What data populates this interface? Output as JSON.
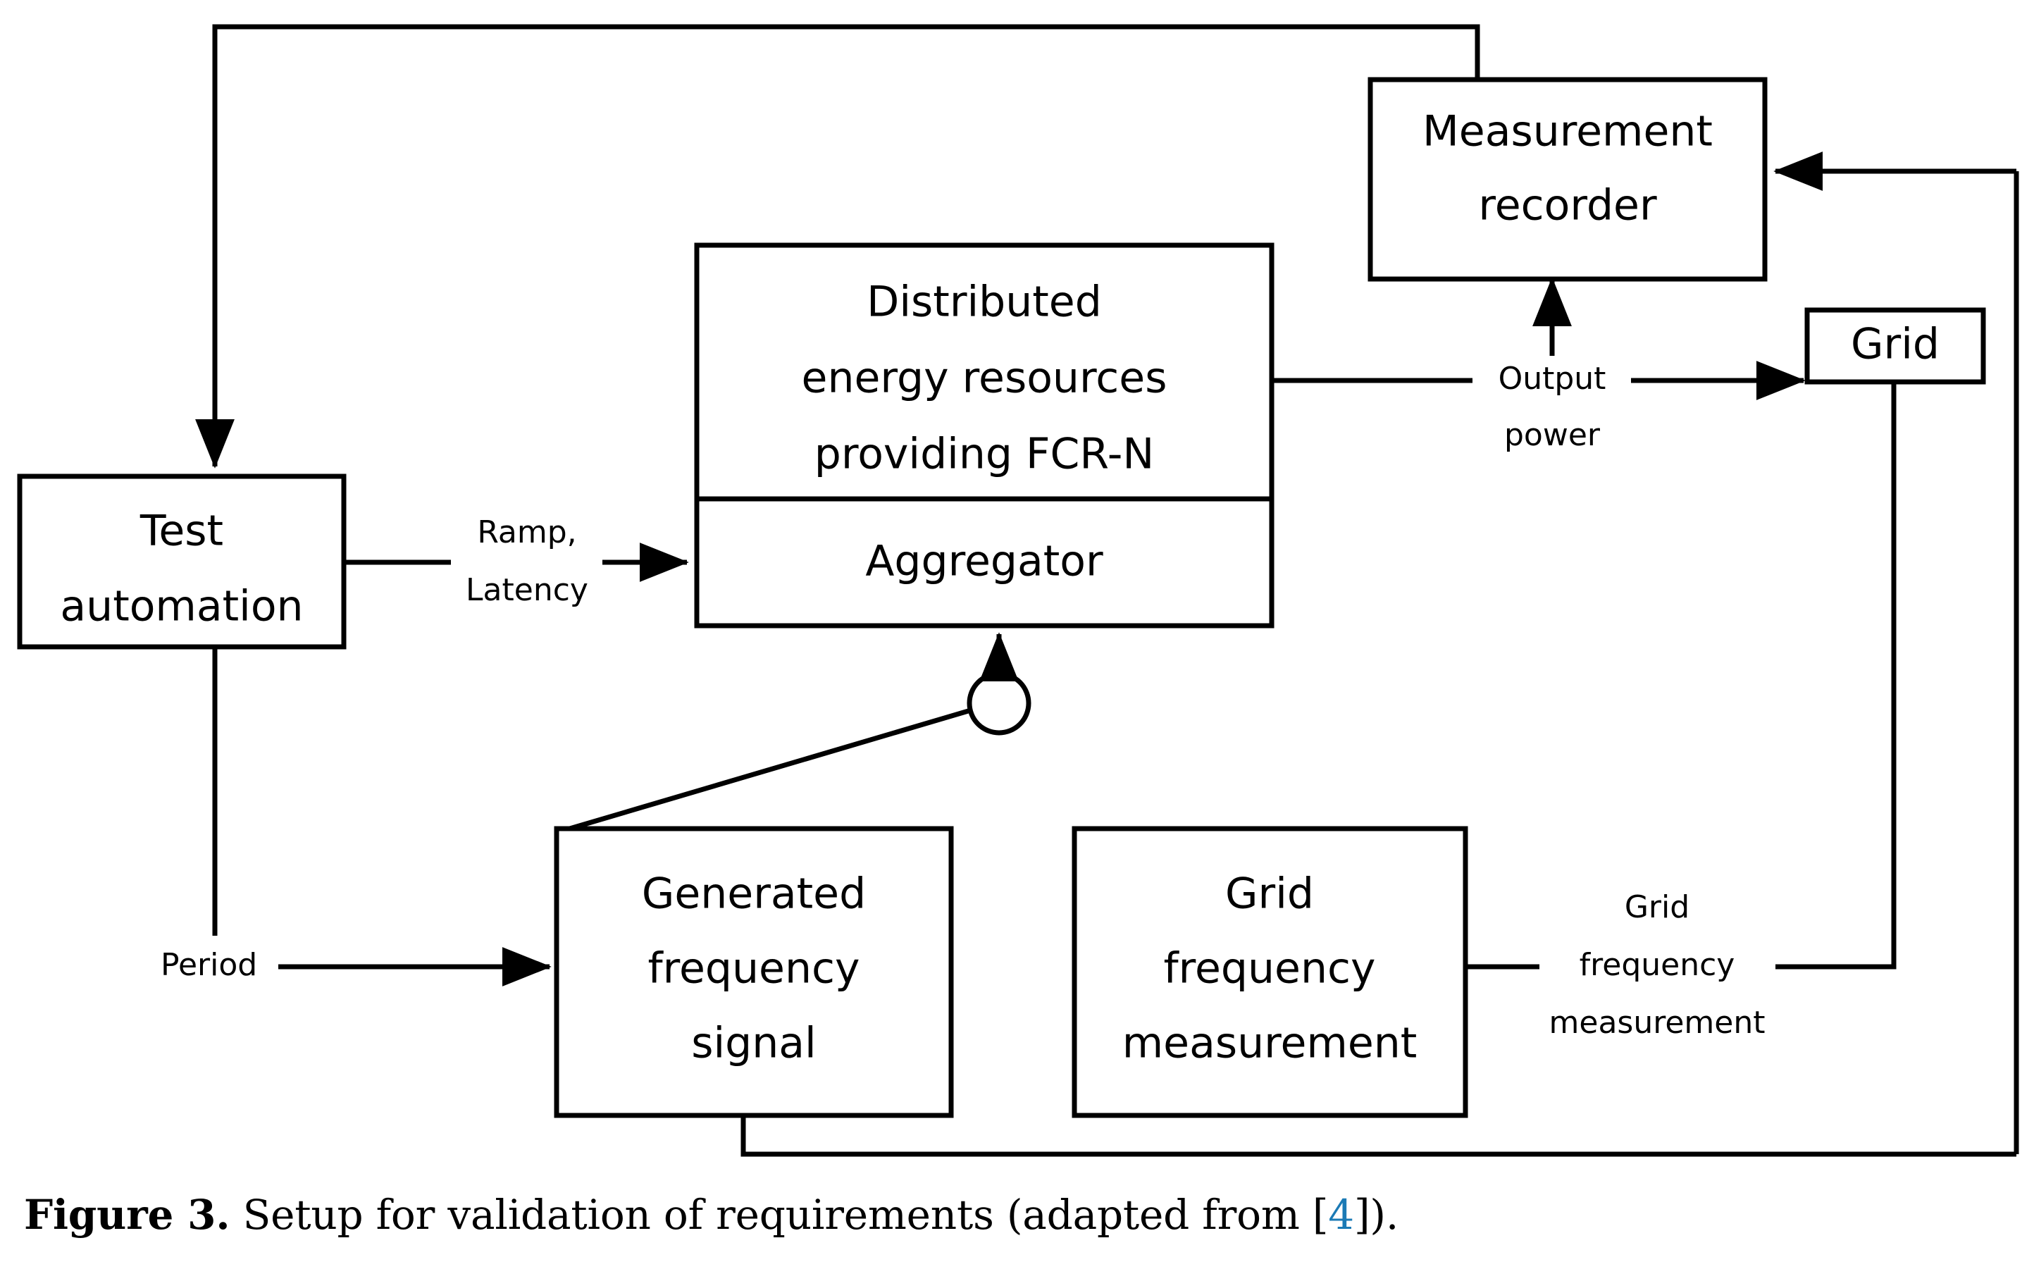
{
  "figure": {
    "caption_label": "Figure 3.",
    "caption_text": " Setup for validation of requirements (adapted from [",
    "caption_ref": "4",
    "caption_tail": "]).",
    "ref_color": "#1b7ab5",
    "line_color": "#000000",
    "background": "#ffffff"
  },
  "nodes": {
    "test_automation": {
      "line1": "Test",
      "line2": "automation"
    },
    "der": {
      "line1": "Distributed",
      "line2": "energy resources",
      "line3": "providing FCR-N"
    },
    "aggregator": {
      "label": "Aggregator"
    },
    "measurement_recorder": {
      "line1": "Measurement",
      "line2": "recorder"
    },
    "grid": {
      "label": "Grid"
    },
    "generated_frequency_signal": {
      "line1": "Generated",
      "line2": "frequency",
      "line3": "signal"
    },
    "grid_frequency_measurement": {
      "line1": "Grid",
      "line2": "frequency",
      "line3": "measurement"
    }
  },
  "edge_labels": {
    "ramp_latency": {
      "line1": "Ramp,",
      "line2": "Latency"
    },
    "output_power": {
      "line1": "Output",
      "line2": "power"
    },
    "period": {
      "label": "Period"
    },
    "grid_frequency_measurement_signal": {
      "line1": "Grid",
      "line2": "frequency",
      "line3": "measurement"
    }
  }
}
